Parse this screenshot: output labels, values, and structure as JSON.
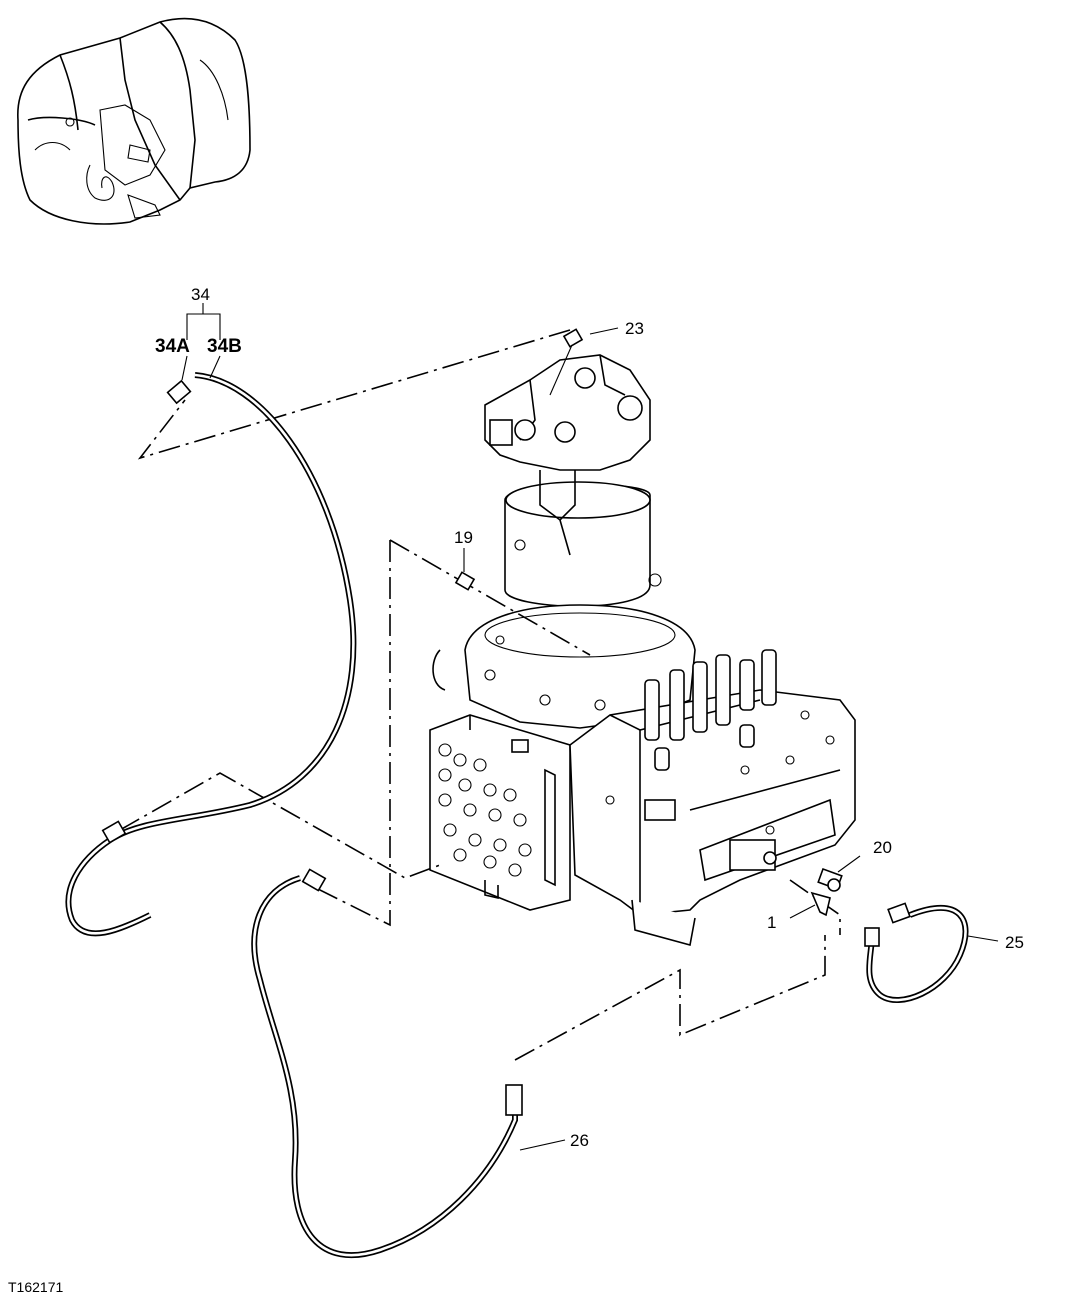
{
  "figure_code": "T162171",
  "callouts": {
    "c1": "1",
    "c19": "19",
    "c20": "20",
    "c23": "23",
    "c25": "25",
    "c26": "26",
    "c34": "34",
    "c34a": "34A",
    "c34b": "34B"
  }
}
